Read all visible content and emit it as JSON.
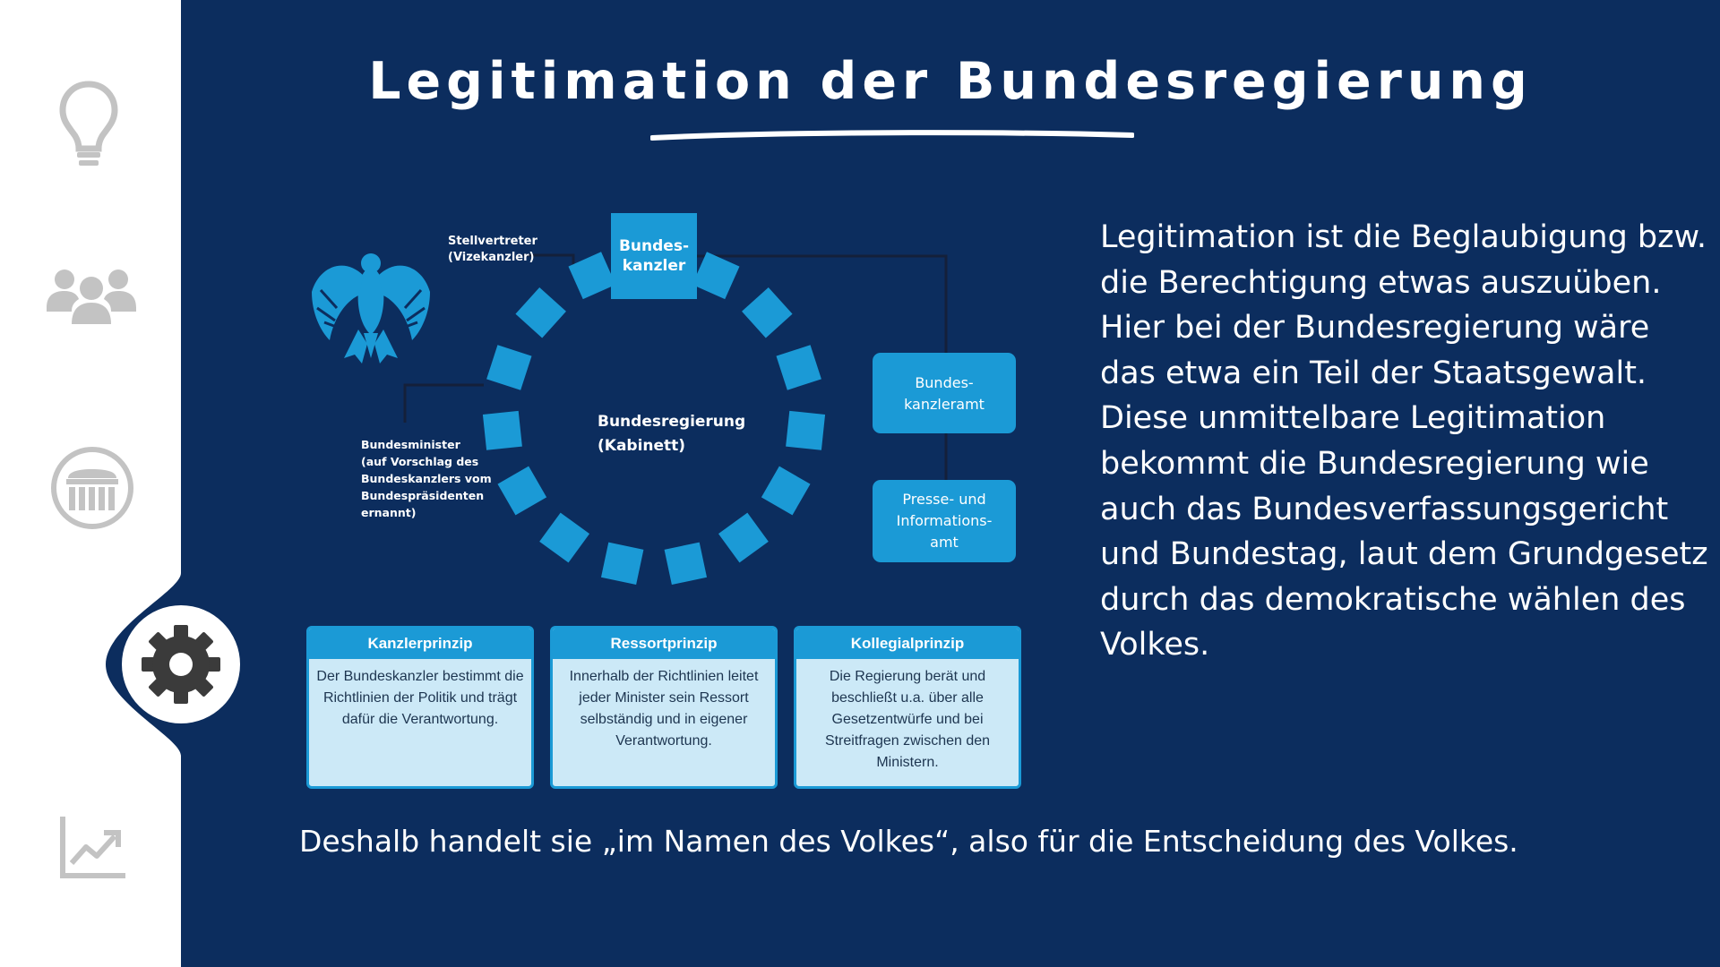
{
  "slide": {
    "title": "Legitimation der Bundesregierung"
  },
  "sidebar": {
    "items": [
      {
        "icon": "lightbulb-icon",
        "active": false
      },
      {
        "icon": "people-group-icon",
        "active": false
      },
      {
        "icon": "parliament-building-icon",
        "active": false
      },
      {
        "icon": "gear-icon",
        "active": true
      },
      {
        "icon": "trending-chart-icon",
        "active": false
      }
    ]
  },
  "diagram": {
    "center_label_line1": "Bundesregierung",
    "center_label_line2": "(Kabinett)",
    "chancellor_line1": "Bundes-",
    "chancellor_line2": "kanzler",
    "vice_line1": "Stellvertreter",
    "vice_line2": "(Vizekanzler)",
    "ministers_lines": [
      "Bundesminister",
      "(auf Vorschlag des",
      "Bundeskanzlers vom",
      "Bundespräsidenten",
      "ernannt)"
    ],
    "chancellery_line1": "Bundes-",
    "chancellery_line2": "kanzleramt",
    "press_lines": [
      "Presse- und",
      "Informations-",
      "amt"
    ],
    "principles": [
      {
        "title": "Kanzlerprinzip",
        "text": "Der Bundeskanzler bestimmt die Richtlinien der Politik und trägt dafür die Verantwortung."
      },
      {
        "title": "Ressortprinzip",
        "text": "Innerhalb der Richtlinien leitet jeder Minister sein Ressort selbständig und in eigener Verantwortung."
      },
      {
        "title": "Kollegialprinzip",
        "text": "Die Regierung berät und beschließt u.a. über alle Gesetzentwürfe und bei Streitfragen zwischen den Ministern."
      }
    ]
  },
  "body_text": "Legitimation ist die Beglaubigung bzw. die Berechtigung etwas auszuüben. Hier bei der Bundesregierung wäre das etwa ein Teil der Staatsgewalt. Diese unmittelbare Legitimation bekommt die Bundesregierung wie auch das Bundesverfassungsgericht und Bundestag, laut dem Grundgesetz durch das demokratische wählen des Volkes.",
  "bottom_text": "Deshalb handelt sie „im Namen des Volkes“, also für die Entscheidung des Volkes.",
  "colors": {
    "background": "#0c2d5e",
    "accent": "#1b9ad6",
    "box_fill": "#cce9f7",
    "icon_grey": "#c3c3c3",
    "active_icon": "#3b3b3b"
  }
}
